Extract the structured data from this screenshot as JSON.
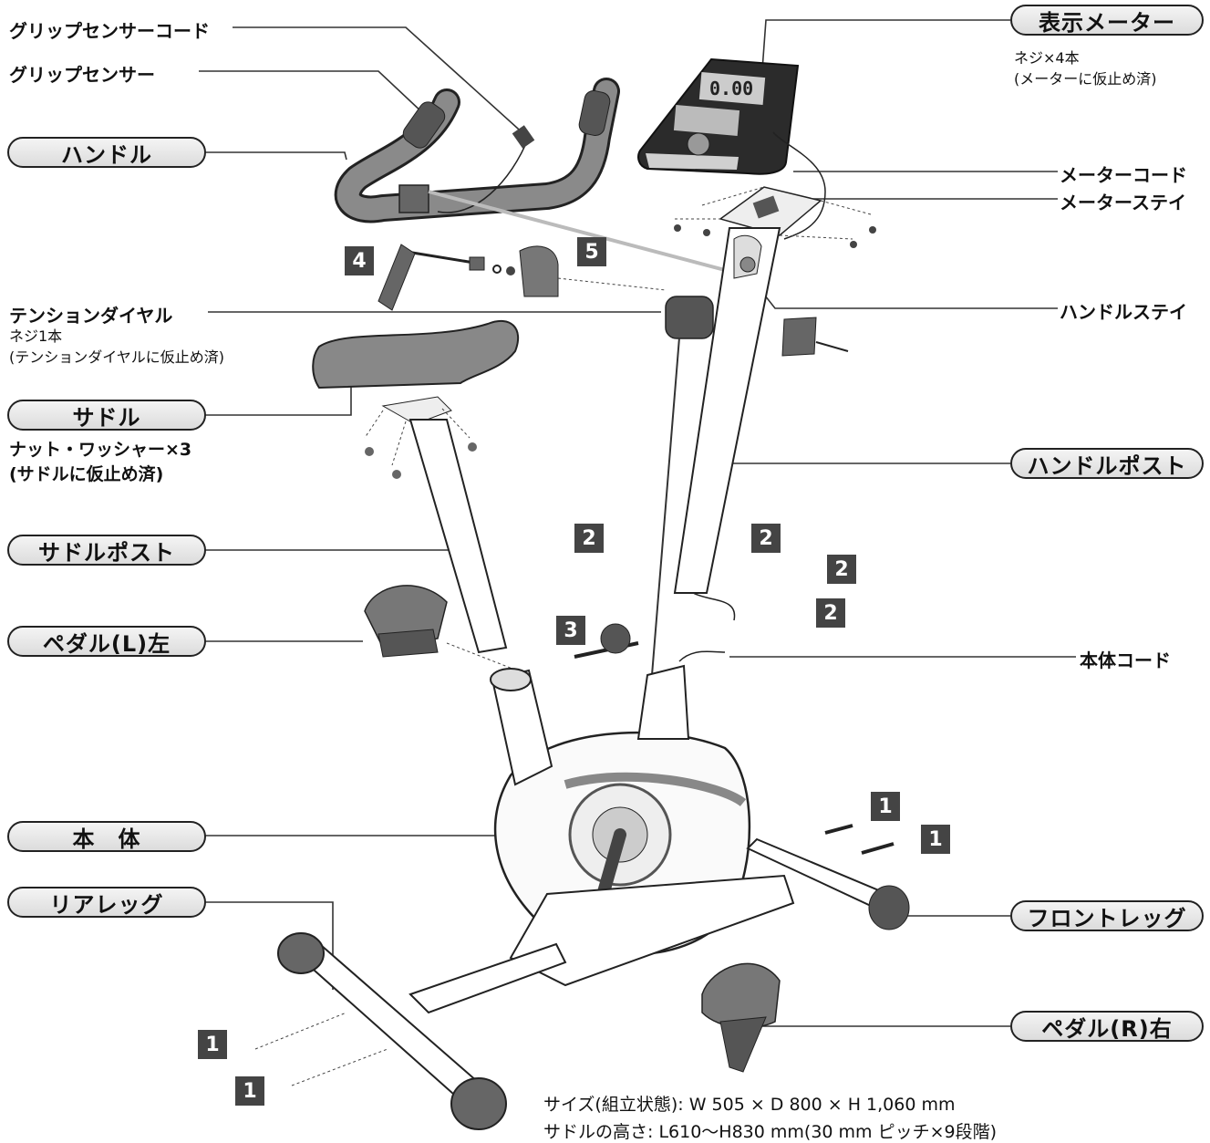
{
  "labels": {
    "grip_sensor_cord": "グリップセンサーコード",
    "grip_sensor": "グリップセンサー",
    "handle": "ハンドル",
    "tension_dial": "テンションダイヤル",
    "tension_dial_note": "ネジ1本\n(テンションダイヤルに仮止め済)",
    "saddle": "サドル",
    "saddle_note": "ナット・ワッシャー×3\n(サドルに仮止め済)",
    "saddle_post": "サドルポスト",
    "pedal_left": "ペダル(L)左",
    "body": "本　体",
    "rear_leg": "リアレッグ",
    "display_meter": "表示メーター",
    "display_meter_note": "ネジ×4本\n(メーターに仮止め済)",
    "meter_cord": "メーターコード",
    "meter_stay": "メーターステイ",
    "handle_stay": "ハンドルステイ",
    "handle_post": "ハンドルポスト",
    "body_cord": "本体コード",
    "front_leg": "フロントレッグ",
    "pedal_right": "ペダル(R)右"
  },
  "step_numbers": {
    "n4": "4",
    "n5": "5",
    "n2a": "2",
    "n2b": "2",
    "n2c": "2",
    "n2d": "2",
    "n3": "3",
    "n1a": "1",
    "n1b": "1",
    "n1c": "1",
    "n1d": "1"
  },
  "specs": {
    "size": "サイズ(組立状態): W 505 × D 800 × H 1,060 mm",
    "saddle_height": "サドルの高さ: L610〜H830 mm(30 mm ピッチ×9段階)"
  },
  "meter_display": {
    "readout": "0.00"
  },
  "colors": {
    "part_fill": "#8a8a8a",
    "outline": "#222222",
    "light": "#d8d8d8"
  }
}
